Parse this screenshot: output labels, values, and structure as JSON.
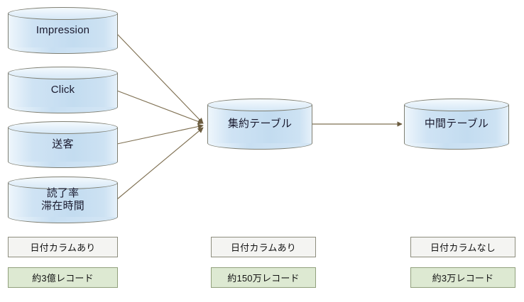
{
  "diagram": {
    "title": "data pipeline table flow",
    "colors": {
      "cylinder_fill": "#c3dcf0",
      "cylinder_stroke": "#7f7f72",
      "edge_stroke": "#7f7052",
      "note_grey_fill": "#f4f4f2",
      "note_grey_stroke": "#8d8d7e",
      "note_green_fill": "#dde9d2",
      "note_green_stroke": "#91a07c",
      "background": "#ffffff"
    },
    "sources": [
      {
        "id": "impression",
        "label": "Impression"
      },
      {
        "id": "click",
        "label": "Click"
      },
      {
        "id": "soukyaku",
        "label": "送客"
      },
      {
        "id": "dokuryo",
        "label": "読了率\n滞在時間"
      }
    ],
    "aggregate": {
      "id": "aggregate-table",
      "label": "集約テーブル"
    },
    "intermediate": {
      "id": "intermediate-table",
      "label": "中間テーブル"
    },
    "notes": {
      "left": {
        "date_column": "日付カラムあり",
        "record_count": "約3億レコード"
      },
      "middle": {
        "date_column": "日付カラムあり",
        "record_count": "約150万レコード"
      },
      "right": {
        "date_column": "日付カラムなし",
        "record_count": "約3万レコード"
      }
    },
    "edges": [
      {
        "from": "impression",
        "to": "aggregate-table"
      },
      {
        "from": "click",
        "to": "aggregate-table"
      },
      {
        "from": "soukyaku",
        "to": "aggregate-table"
      },
      {
        "from": "dokuryo",
        "to": "aggregate-table"
      },
      {
        "from": "aggregate-table",
        "to": "intermediate-table"
      }
    ]
  }
}
